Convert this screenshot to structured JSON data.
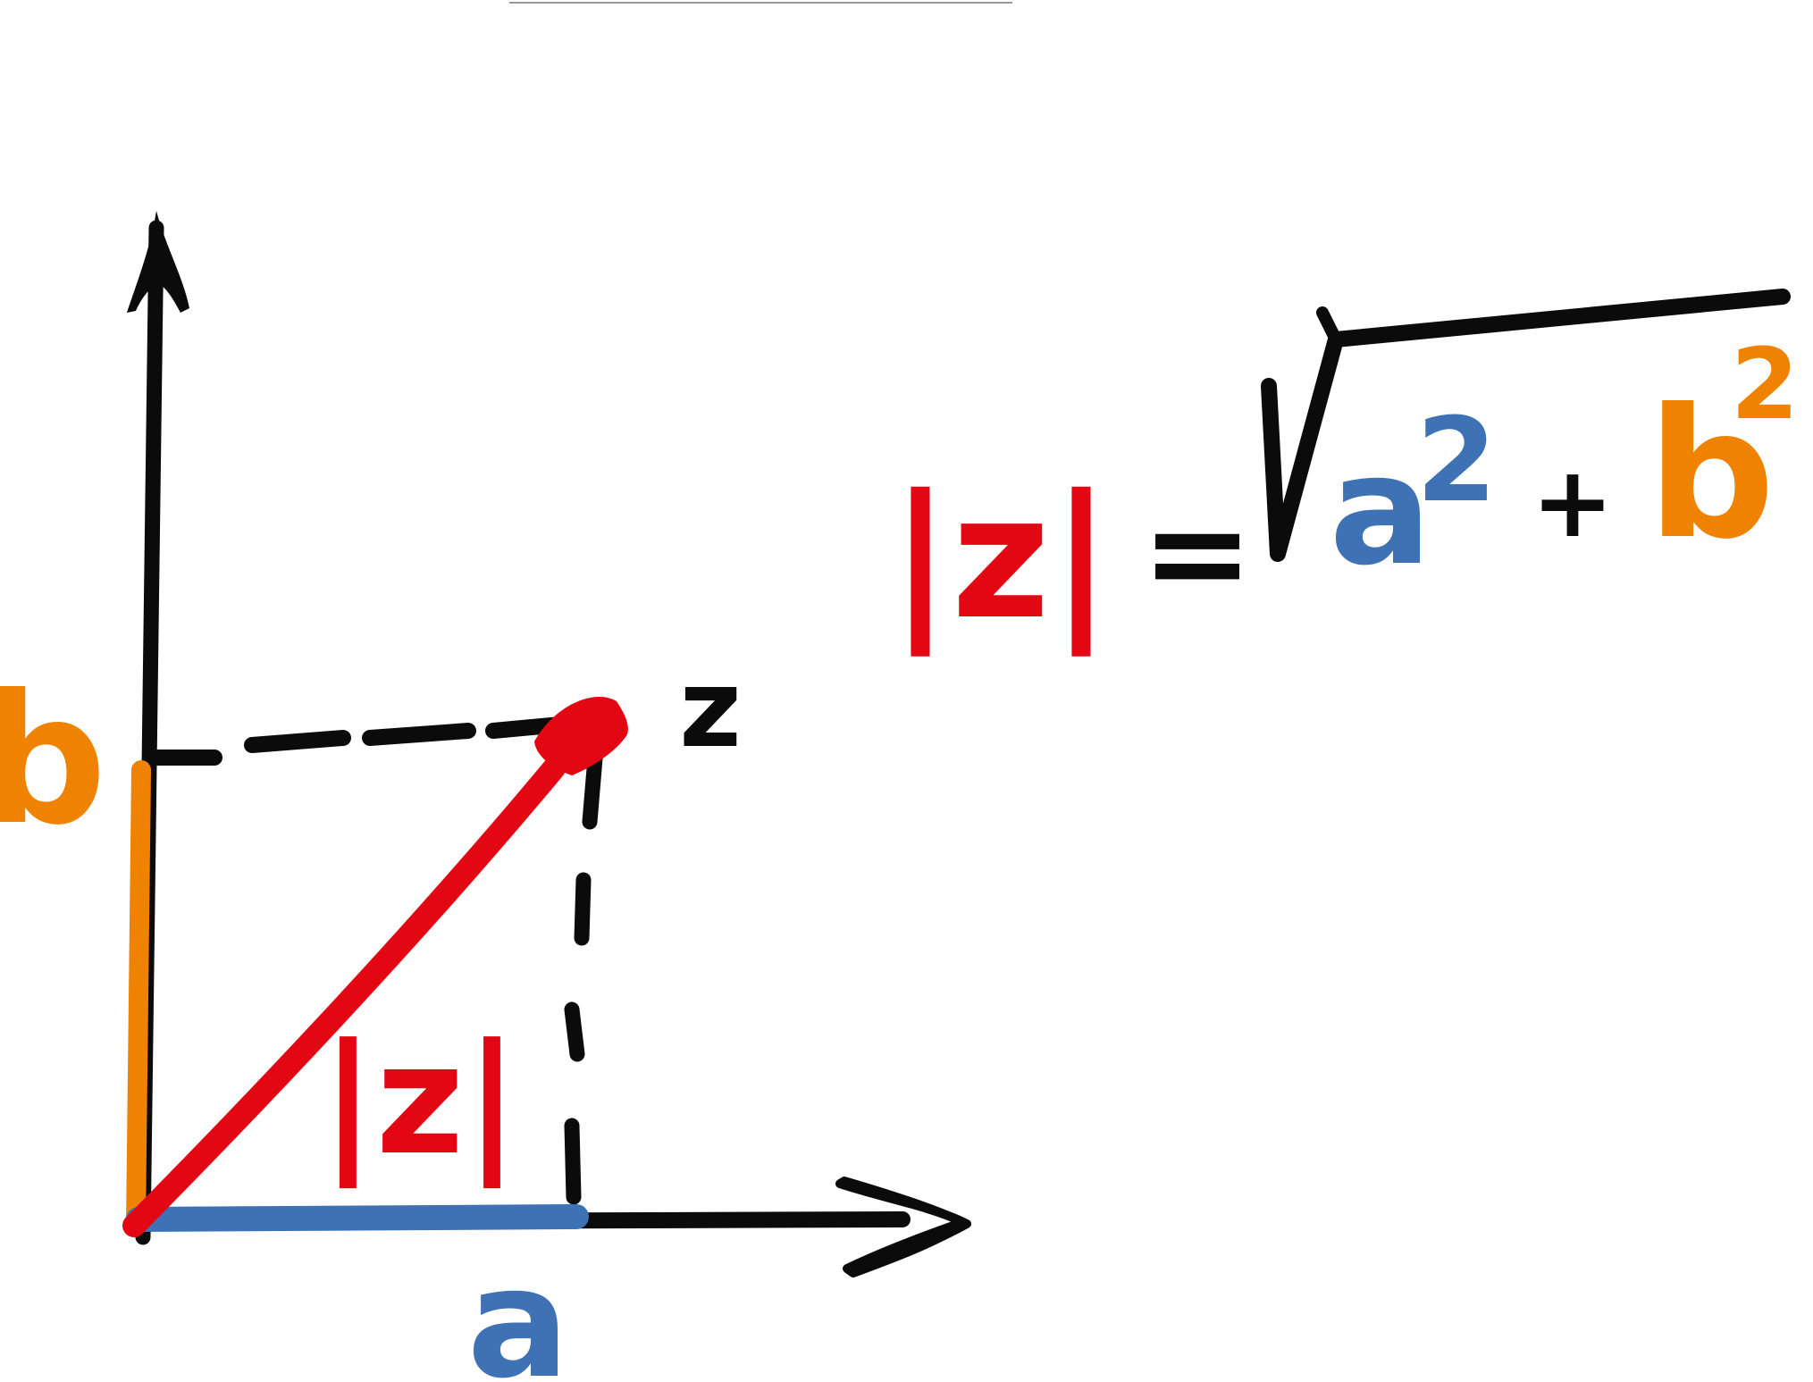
{
  "colors": {
    "ink": "#0b0b0b",
    "modulus": "#e30613",
    "real_part": "#3f72b5",
    "imag_part": "#ef8300",
    "rule": "#999999"
  },
  "labels": {
    "point": "z",
    "real": "a",
    "imag": "b",
    "modulus_on_vector": "|z|"
  },
  "formula": {
    "lhs": "|z|",
    "equals": "=",
    "a": "a",
    "a_exp": "2",
    "plus": "+",
    "b": "b",
    "b_exp": "2"
  },
  "icons": {
    "x_axis_arrow": "arrow-right-icon",
    "y_axis_arrow": "arrow-up-icon",
    "vector_arrow": "arrow-diagonal-icon",
    "radical": "square-root-icon"
  }
}
